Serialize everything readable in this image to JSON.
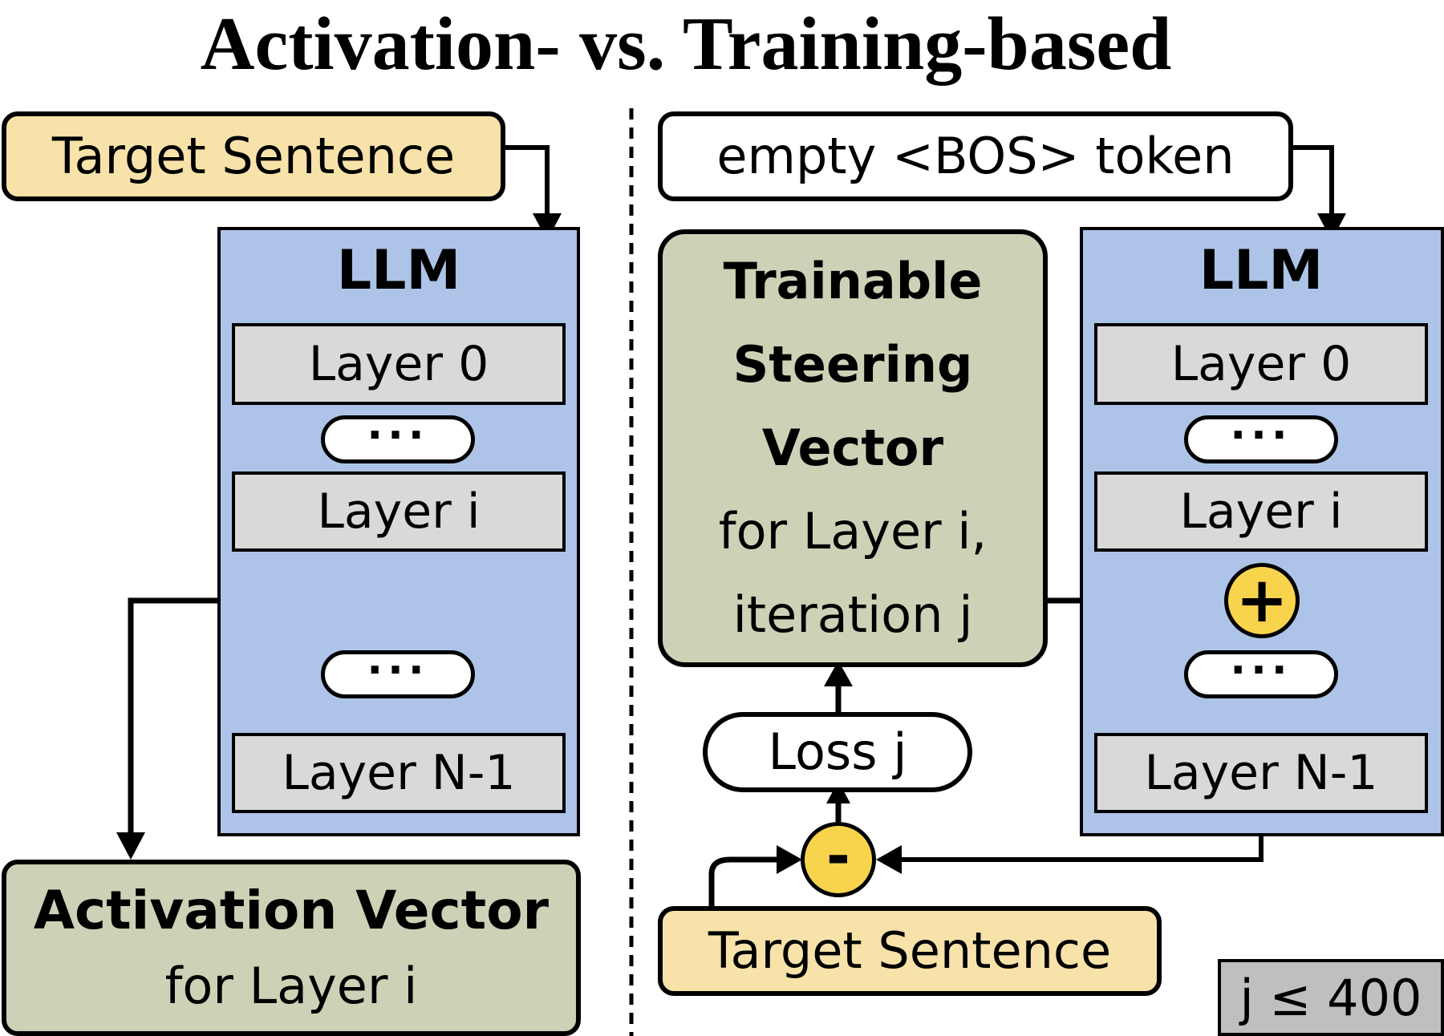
{
  "title": "Activation- vs. Training-based",
  "left": {
    "target_sentence": "Target Sentence",
    "llm_title": "LLM",
    "layer_0": "Layer 0",
    "dots_1": "···",
    "layer_i": "Layer i",
    "dots_2": "···",
    "layer_n1": "Layer N-1",
    "activation_title": "Activation Vector",
    "activation_sub": "for Layer i"
  },
  "right": {
    "empty_token": "empty <BOS> token",
    "trainable_line1": "Trainable",
    "trainable_line2": "Steering",
    "trainable_line3": "Vector",
    "trainable_line4": "for Layer i,",
    "trainable_line5": "iteration j",
    "llm_title": "LLM",
    "layer_0": "Layer 0",
    "dots_1": "···",
    "layer_i": "Layer i",
    "plus_op": "+",
    "dots_2": "···",
    "layer_n1": "Layer N-1",
    "loss": "Loss j",
    "minus_op": "-",
    "target_sentence": "Target Sentence",
    "iteration_limit": "j ≤ 400"
  },
  "colors": {
    "target_yellow": "#f7e2a9",
    "llm_blue": "#adc3e8",
    "layer_gray": "#d9d9d9",
    "vector_green": "#cdd2b6",
    "operator_yellow": "#f7d44b"
  }
}
